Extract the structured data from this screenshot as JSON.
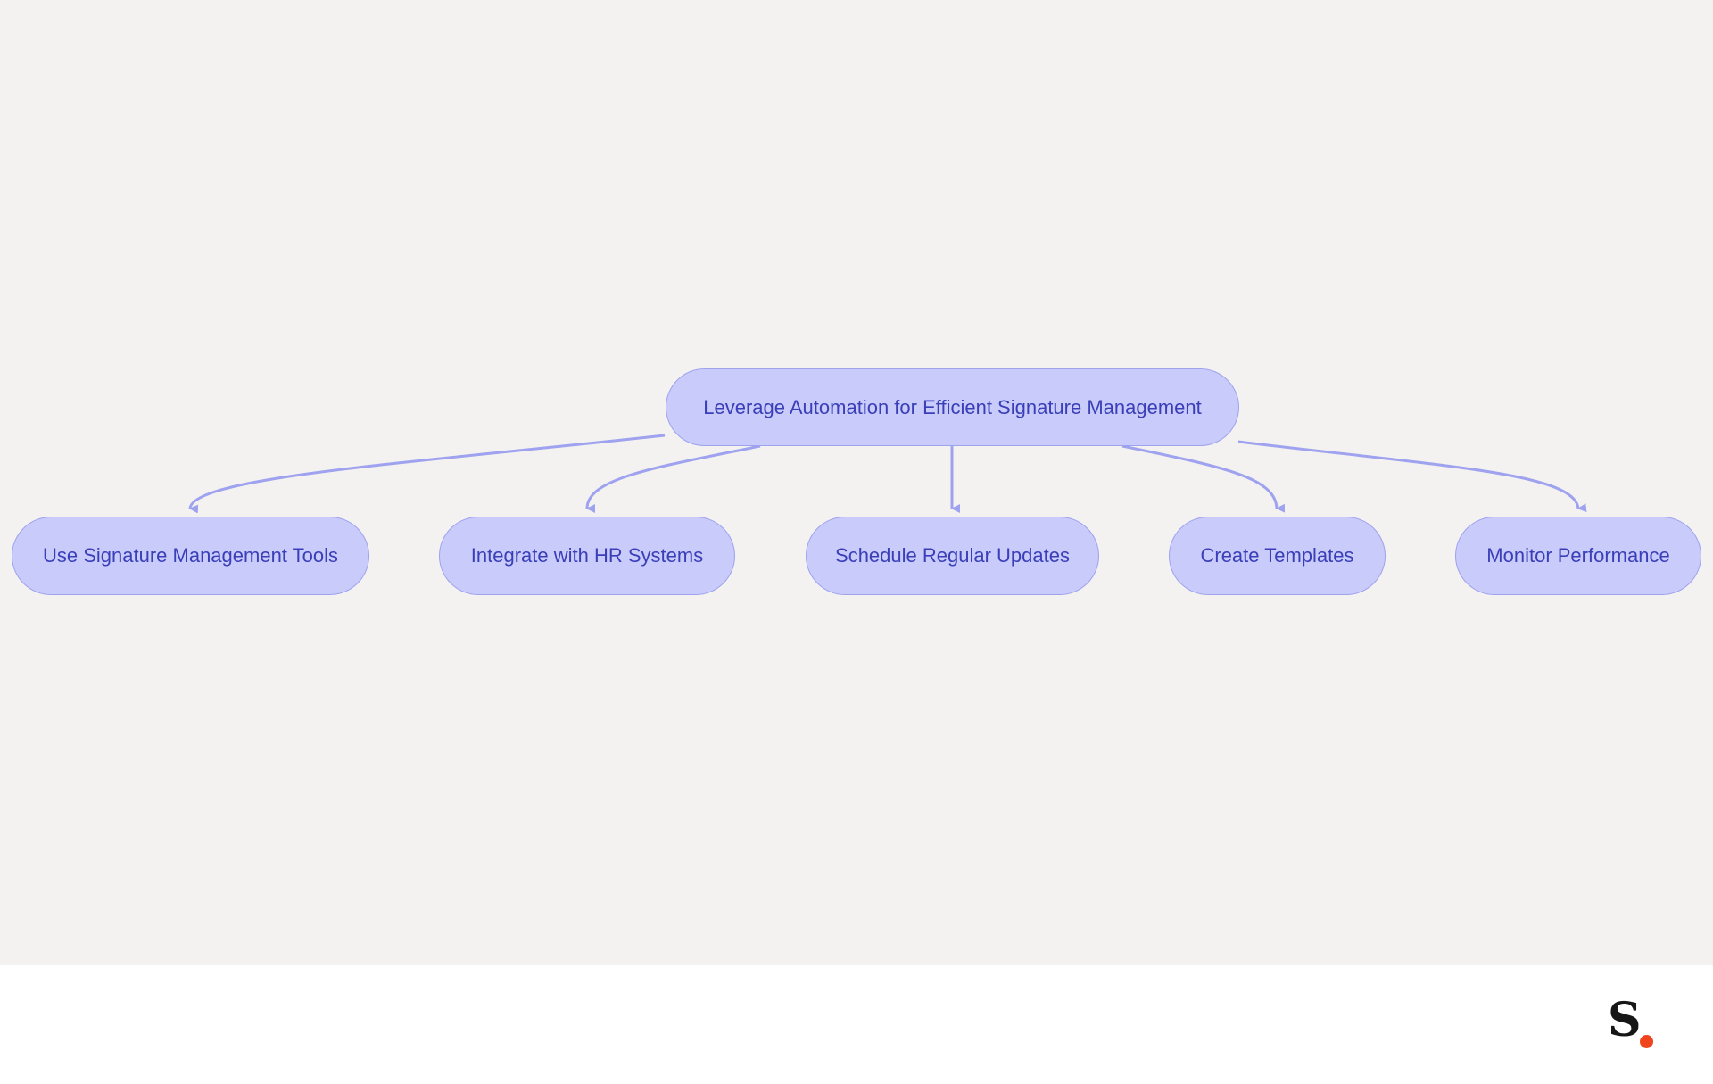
{
  "diagram": {
    "root": {
      "label": "Leverage Automation for Efficient Signature Management"
    },
    "children": [
      {
        "label": "Use Signature Management Tools"
      },
      {
        "label": "Integrate with HR Systems"
      },
      {
        "label": "Schedule Regular Updates"
      },
      {
        "label": "Create Templates"
      },
      {
        "label": "Monitor Performance"
      }
    ],
    "colors": {
      "background": "#f3f2f0",
      "node_fill": "#c9cbfb",
      "node_border": "#9ea2ef",
      "node_text": "#3a3fb8",
      "edge": "#9ea2ef"
    }
  },
  "footer": {
    "logo": {
      "letter": "S",
      "dot_color": "#f0441d"
    }
  }
}
